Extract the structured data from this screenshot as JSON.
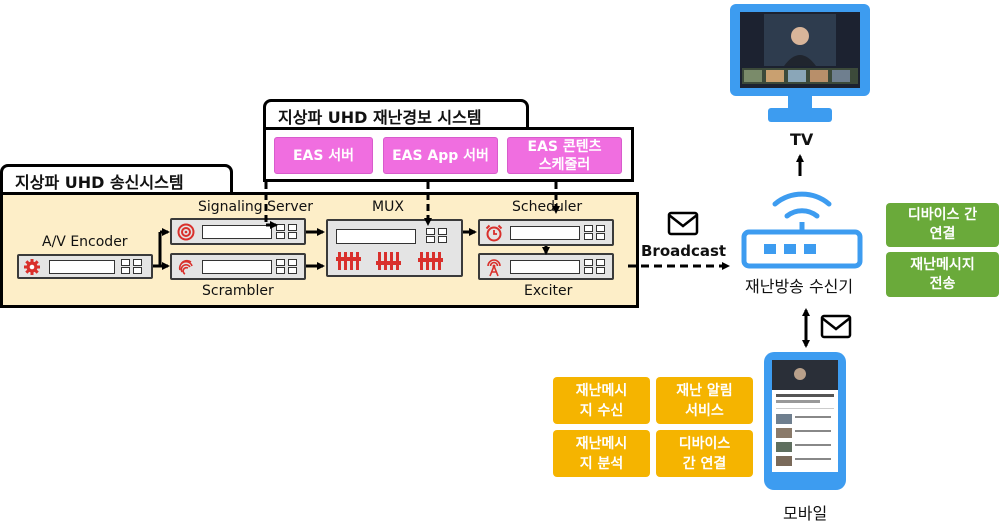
{
  "uhd_alert_system": {
    "title": "지상파 UHD 재난경보 시스템",
    "eas_server": "EAS 서버",
    "eas_app_server": "EAS App 서버",
    "eas_content_scheduler": "EAS 콘텐츠\n스케줄러"
  },
  "uhd_transmit_system": {
    "title": "지상파 UHD 송신시스템",
    "av_encoder": "A/V Encoder",
    "signaling_server": "Signaling Server",
    "scrambler": "Scrambler",
    "mux": "MUX",
    "scheduler": "Scheduler",
    "exciter": "Exciter"
  },
  "links": {
    "broadcast": "Broadcast"
  },
  "receiver": {
    "label": "재난방송 수신기",
    "tv_label": "TV",
    "mobile_label": "모바일"
  },
  "receiver_functions": {
    "device_link": "디바이스 간\n연결",
    "message_send": "재난메시지\n전송"
  },
  "mobile_functions": {
    "message_receive": "재난메시\n지 수신",
    "alert_service": "재난 알림\n서비스",
    "message_analysis": "재난메시\n지 분석",
    "device_link": "디바이스\n간 연결"
  },
  "colors": {
    "pink": "#f06ee0",
    "panel": "#fdeec8",
    "green": "#6aaa3a",
    "yellow": "#f5b400",
    "blue": "#3d9cf0",
    "red_icon": "#d9302c"
  }
}
